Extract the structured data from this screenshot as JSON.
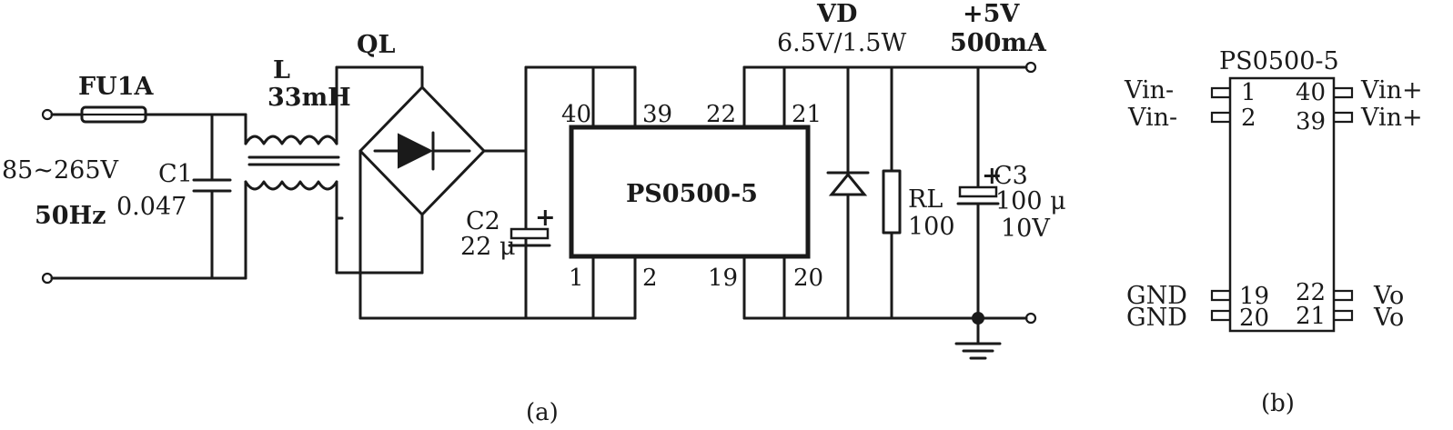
{
  "fuse": {
    "label": "FU1A"
  },
  "inductor": {
    "name": "L",
    "value": "33mH"
  },
  "bridge": {
    "label": "QL"
  },
  "input": {
    "voltage": "85~265V",
    "frequency": "50Hz"
  },
  "c1": {
    "name": "C1",
    "value": "0.047"
  },
  "c2": {
    "name": "C2",
    "value": "22 μ"
  },
  "module": {
    "name": "PS0500-5",
    "pins_top": [
      "40",
      "39",
      "22",
      "21"
    ],
    "pins_bottom": [
      "1",
      "2",
      "19",
      "20"
    ]
  },
  "zener": {
    "name": "VD",
    "rating": "6.5V/1.5W"
  },
  "output": {
    "voltage": "+5V",
    "current": "500mA"
  },
  "rl": {
    "name": "RL",
    "value": "100"
  },
  "c3": {
    "name": "C3",
    "value": "100 μ",
    "voltage": "10V"
  },
  "pinout": {
    "title": "PS0500-5",
    "left": [
      {
        "label": "Vin-",
        "pin": "1"
      },
      {
        "label": "Vin-",
        "pin": "2"
      },
      {
        "label": "GND",
        "pin": "19"
      },
      {
        "label": "GND",
        "pin": "20"
      }
    ],
    "right": [
      {
        "label": "Vin+",
        "pin": "40"
      },
      {
        "label": "Vin+",
        "pin": "39"
      },
      {
        "label": "Vo",
        "pin": "22"
      },
      {
        "label": "Vo",
        "pin": "21"
      }
    ]
  },
  "captions": {
    "a": "(a)",
    "b": "(b)"
  },
  "polarity": {
    "plus": "+"
  }
}
